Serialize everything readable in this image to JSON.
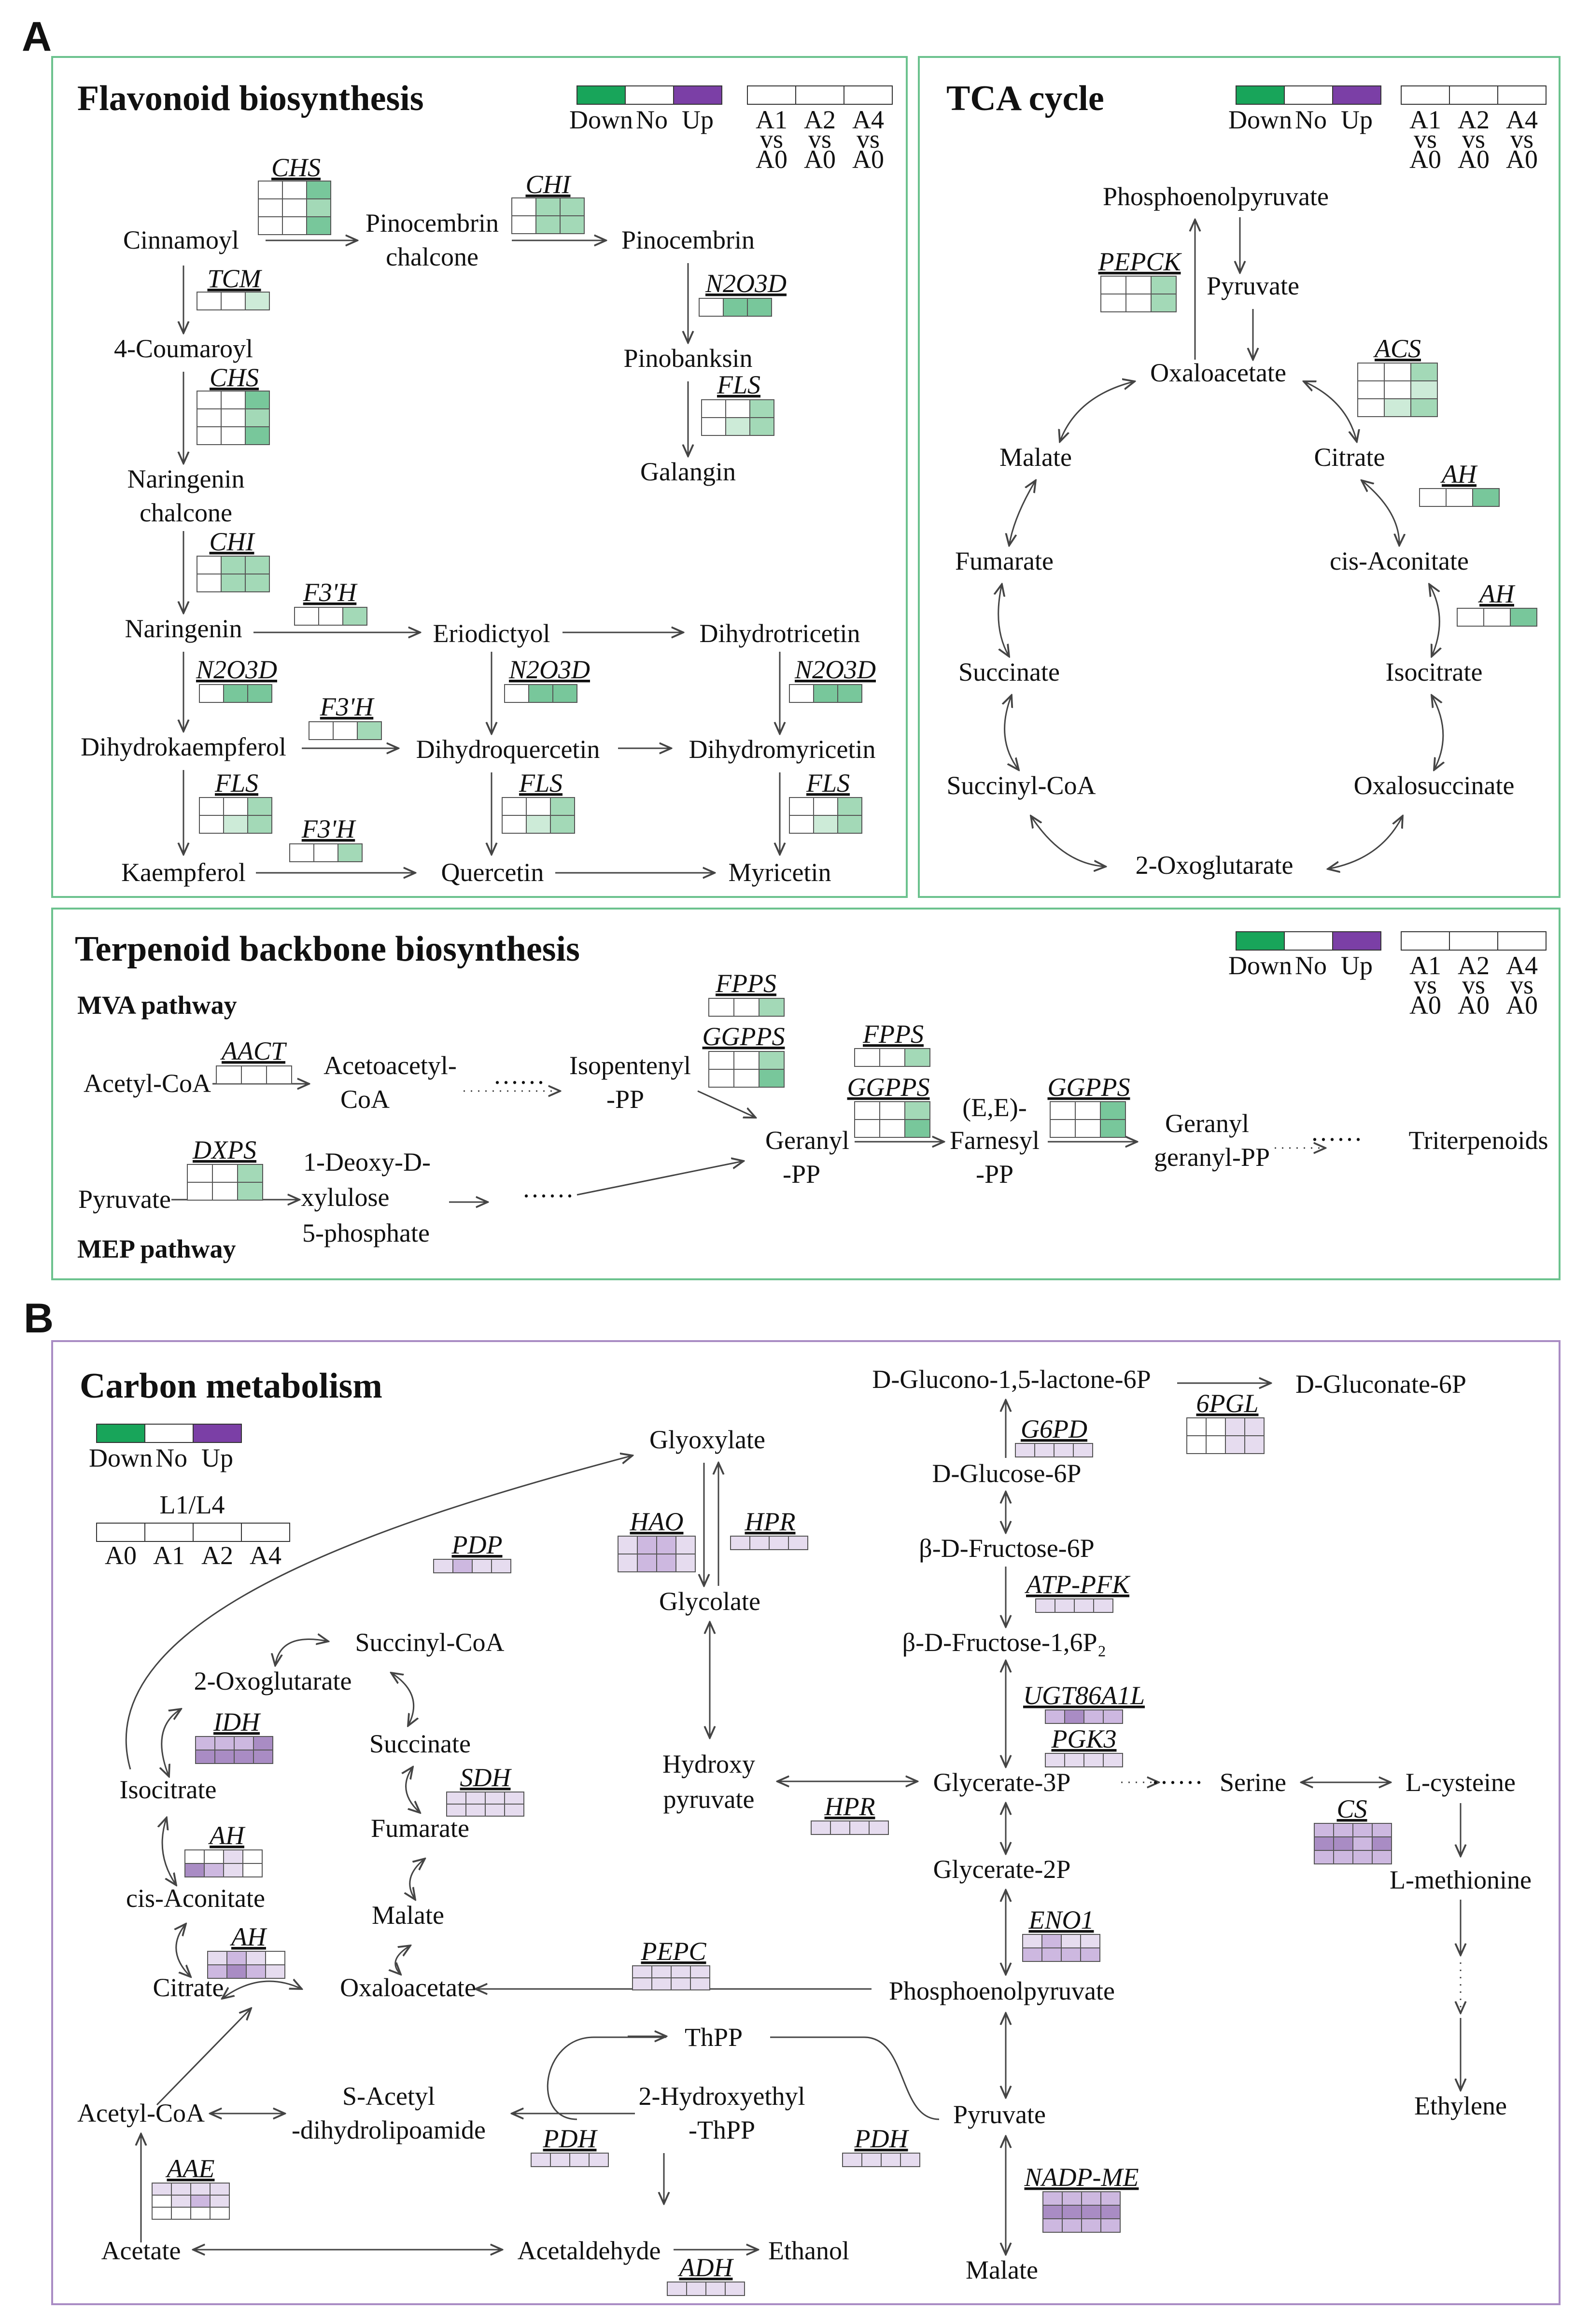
{
  "panels": {
    "a": "A",
    "b": "B"
  },
  "colors": {
    "green_border": "#6cc28e",
    "purple_border": "#a98cc4",
    "down": "#18a55a",
    "up": "#7b3fa6",
    "arrow": "#444444"
  },
  "legend": {
    "down": "Down",
    "no": "No",
    "up": "Up"
  },
  "comparison": {
    "row1": [
      "A1",
      "A2",
      "A4"
    ],
    "vs": [
      "vs",
      "vs",
      "vs"
    ],
    "row2": [
      "A0",
      "A0",
      "A0"
    ]
  },
  "carbon_legend": {
    "title": "L1/L4",
    "cols": [
      "A0",
      "A1",
      "A2",
      "A4"
    ]
  },
  "flavonoid": {
    "title": "Flavonoid biosynthesis",
    "metabolites": {
      "cinnamoyl": "Cinnamoyl",
      "pinocembrin_chalcone_1": "Pinocembrin",
      "pinocembrin_chalcone_2": "chalcone",
      "pinocembrin": "Pinocembrin",
      "coumaroyl": "4-Coumaroyl",
      "pinobanksin": "Pinobanksin",
      "galangin": "Galangin",
      "naringenin_chalcone_1": "Naringenin",
      "naringenin_chalcone_2": "chalcone",
      "naringenin": "Naringenin",
      "eriodictyol": "Eriodictyol",
      "dihydrotricetin": "Dihydrotricetin",
      "dihydrokaempferol": "Dihydrokaempferol",
      "dihydroquercetin": "Dihydroquercetin",
      "dihydromyricetin": "Dihydromyricetin",
      "kaempferol": "Kaempferol",
      "quercetin": "Quercetin",
      "myricetin": "Myricetin"
    },
    "enzymes": {
      "chs1": "CHS",
      "chi1": "CHI",
      "tcm": "TCM",
      "n2o3d1": "N2O3D",
      "chs2": "CHS",
      "fls1": "FLS",
      "chi2": "CHI",
      "f3h1": "F3'H",
      "n2o3d2": "N2O3D",
      "n2o3d3": "N2O3D",
      "n2o3d4": "N2O3D",
      "f3h2": "F3'H",
      "fls2": "FLS",
      "fls3": "FLS",
      "fls4": "FLS",
      "f3h3": "F3'H"
    }
  },
  "tca": {
    "title": "TCA cycle",
    "metabolites": {
      "pep": "Phosphoenolpyruvate",
      "pyruvate": "Pyruvate",
      "oaa": "Oxaloacetate",
      "malate": "Malate",
      "citrate": "Citrate",
      "fumarate": "Fumarate",
      "cis_aconitate": "cis-Aconitate",
      "succinate": "Succinate",
      "isocitrate": "Isocitrate",
      "succinyl_coa": "Succinyl-CoA",
      "oxalosuccinate": "Oxalosuccinate",
      "oxoglutarate": "2-Oxoglutarate"
    },
    "enzymes": {
      "pepck": "PEPCK",
      "acs": "ACS",
      "ah1": "AH",
      "ah2": "AH"
    }
  },
  "terpenoid": {
    "title": "Terpenoid backbone biosynthesis",
    "mva": "MVA pathway",
    "mep": "MEP pathway",
    "metabolites": {
      "acetyl_coa": "Acetyl-CoA",
      "acetoacetyl_1": "Acetoacetyl-",
      "acetoacetyl_2": "CoA",
      "ipp_1": "Isopentenyl",
      "ipp_2": "-PP",
      "pyruvate": "Pyruvate",
      "dxp_1": "1-Deoxy-D-",
      "dxp_2": "xylulose",
      "dxp_3": "5-phosphate",
      "gpp_1": "Geranyl",
      "gpp_2": "-PP",
      "fpp_1": "(E,E)-",
      "fpp_2": "Farnesyl",
      "fpp_3": "-PP",
      "ggpp_1": "Geranyl",
      "ggpp_2": "geranyl-PP",
      "triterpenoids": "Triterpenoids"
    },
    "dots": "······",
    "enzymes": {
      "aact": "AACT",
      "dxps": "DXPS",
      "fpps1": "FPPS",
      "ggpps1": "GGPPS",
      "fpps2": "FPPS",
      "ggpps2": "GGPPS",
      "ggpps3": "GGPPS"
    }
  },
  "carbon": {
    "title": "Carbon metabolism",
    "metabolites": {
      "glucono": "D-Glucono-1,5-lactone-6P",
      "gluconate": "D-Gluconate-6P",
      "glyoxylate": "Glyoxylate",
      "glucose6p": "D-Glucose-6P",
      "fructose6p": "β-D-Fructose-6P",
      "glycolate": "Glycolate",
      "fructose16p": "β-D-Fructose-1,6P₂",
      "succinyl_coa": "Succinyl-CoA",
      "oxoglutarate": "2-Oxoglutarate",
      "succinate": "Succinate",
      "isocitrate": "Isocitrate",
      "fumarate": "Fumarate",
      "hydroxy_1": "Hydroxy",
      "hydroxy_2": "pyruvate",
      "glycerate3p": "Glycerate-3P",
      "serine": "Serine",
      "lcysteine": "L-cysteine",
      "cis_aconitate": "cis-Aconitate",
      "malate": "Malate",
      "glycerate2p": "Glycerate-2P",
      "lmethionine": "L-methionine",
      "citrate": "Citrate",
      "oaa": "Oxaloacetate",
      "pep": "Phosphoenolpyruvate",
      "thpp": "ThPP",
      "acetyl_coa": "Acetyl-CoA",
      "sacetyl_1": "S-Acetyl",
      "sacetyl_2": "-dihydrolipoamide",
      "hethpp_1": "2-Hydroxyethyl",
      "hethpp_2": "-ThPP",
      "pyruvate": "Pyruvate",
      "ethylene": "Ethylene",
      "acetate": "Acetate",
      "acetaldehyde": "Acetaldehyde",
      "ethanol": "Ethanol",
      "malate2": "Malate"
    },
    "dots": "······",
    "enzymes": {
      "sixpgl": "6PGL",
      "g6pd": "G6PD",
      "hao": "HAO",
      "hpr1": "HPR",
      "pdp": "PDP",
      "atppfk": "ATP-PFK",
      "idh": "IDH",
      "ugt": "UGT86A1L",
      "pgk3": "PGK3",
      "sdh": "SDH",
      "hpr2": "HPR",
      "cs": "CS",
      "ah1": "AH",
      "ah2": "AH",
      "eno1": "ENO1",
      "pepc": "PEPC",
      "pdh1": "PDH",
      "pdh2": "PDH",
      "nadpme": "NADP-ME",
      "aae": "AAE",
      "adh": "ADH"
    }
  }
}
